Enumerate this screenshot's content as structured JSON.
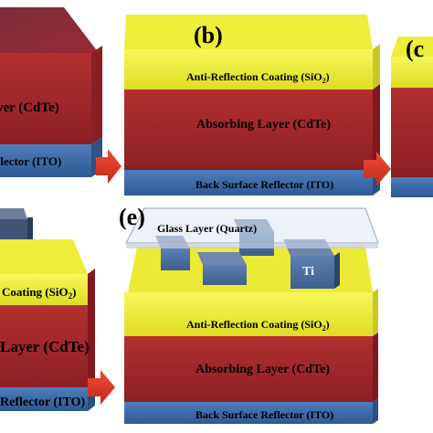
{
  "panels": {
    "a": {
      "layer_top_text": "yer (CdTe)",
      "layer_bottom_text": "flector (ITO)"
    },
    "b": {
      "letter": "(b)",
      "coating_label": "Anti-Reflection Coating (SiO",
      "coating_sub": "2",
      "coating_close": ")",
      "absorber_label": "Absorbing Layer (CdTe)",
      "reflector_label": "Back Surface Reflector (ITO)"
    },
    "c": {
      "letter": "(c"
    },
    "d": {
      "coating_label": "Coating (SiO",
      "coating_sub": "2",
      "coating_close": ")",
      "absorber_label": "Layer (CdTe)",
      "reflector_label": "Reflector (ITO)"
    },
    "e": {
      "letter": "(e)",
      "glass_label": "Glass Layer (Quartz)",
      "ti_label": "Ti",
      "coating_label": "Anti-Reflection Coating (SiO",
      "coating_sub": "2",
      "coating_close": ")",
      "absorber_label": "Absorbing Layer (CdTe)",
      "reflector_label": "Back Surface Reflector (ITO)"
    }
  },
  "colors": {
    "coating": "#f2f23c",
    "absorber": "#a4272c",
    "reflector": "#3f6fae",
    "arrow": "#e03a2a",
    "glass": "#dde3f2",
    "ti": "#4c6e9c"
  }
}
